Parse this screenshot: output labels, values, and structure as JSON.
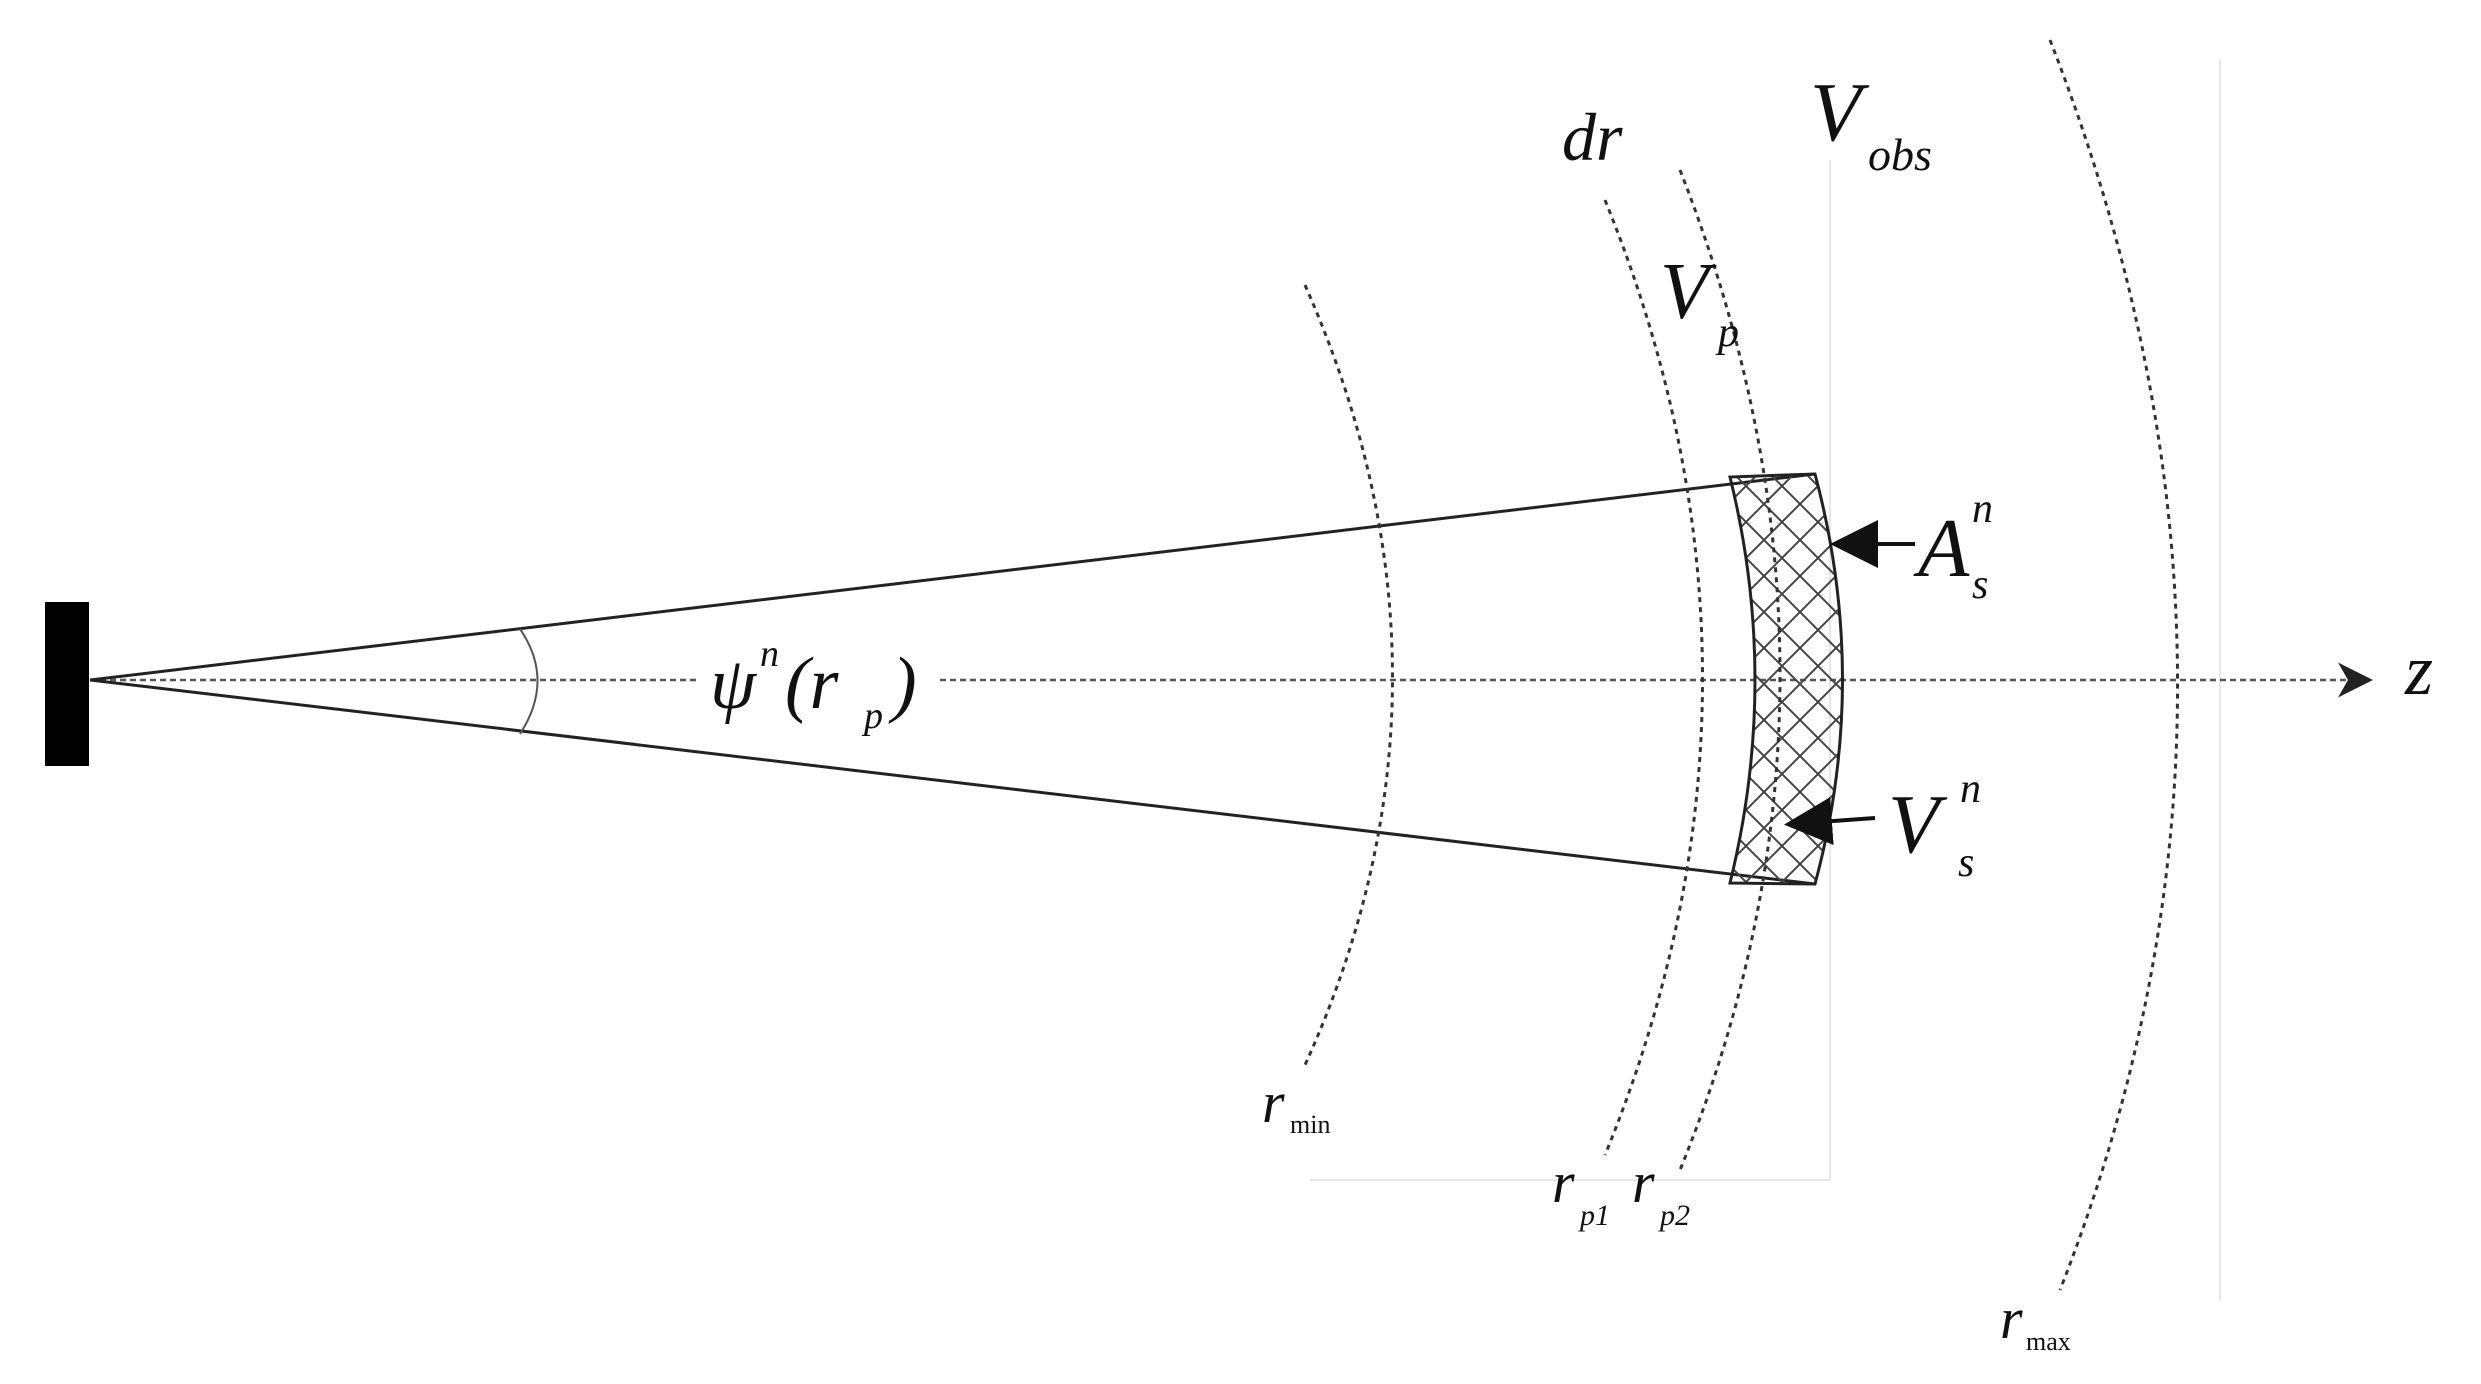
{
  "labels": {
    "dr": "dr",
    "V_obs_main": "V",
    "V_obs_sub": "obs",
    "V_p_main": "V",
    "V_p_sub": "p",
    "A_s_main": "A",
    "A_s_sup": "n",
    "A_s_sub": "s",
    "V_s_main": "V",
    "V_s_sup": "n",
    "V_s_sub": "s",
    "psi_main": "ψ",
    "psi_sup": "n",
    "psi_args_open": "(r",
    "psi_args_sub": "p",
    "psi_args_close": ")",
    "z_axis": "z",
    "r_min_main": "r",
    "r_min_sub": "min",
    "r_p1_main": "r",
    "r_p1_sub": "p1",
    "r_p2_main": "r",
    "r_p2_sub": "p2",
    "r_max_main": "r",
    "r_max_sub": "max"
  },
  "colors": {
    "line": "#222222",
    "sensor": "#000000",
    "hatch": "#444444"
  }
}
